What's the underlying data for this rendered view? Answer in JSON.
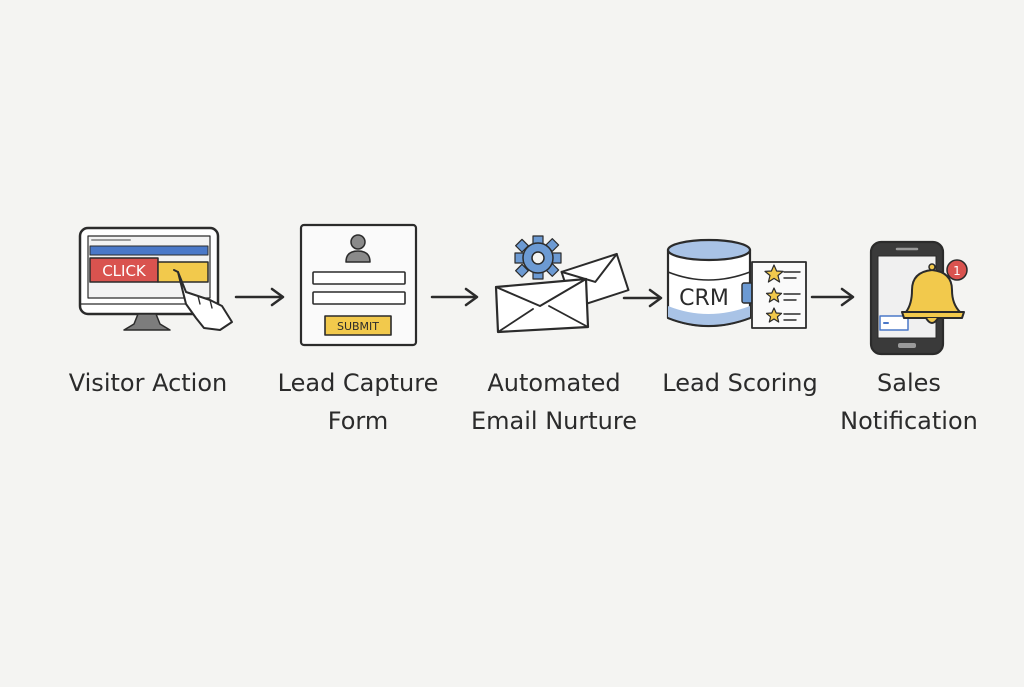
{
  "steps": [
    {
      "id": "visitor-action",
      "label_lines": [
        "Visitor Action"
      ],
      "icon": "monitor-click-icon",
      "button_text": "CLICK"
    },
    {
      "id": "lead-capture-form",
      "label_lines": [
        "Lead Capture",
        "Form"
      ],
      "icon": "form-icon",
      "button_text": "SUBMIT"
    },
    {
      "id": "automated-email-nurture",
      "label_lines": [
        "Automated",
        "Email Nurture"
      ],
      "icon": "email-gear-icon"
    },
    {
      "id": "lead-scoring",
      "label_lines": [
        "Lead Scoring"
      ],
      "icon": "crm-database-icon",
      "badge_text": "CRM"
    },
    {
      "id": "sales-notification",
      "label_lines": [
        "Sales",
        "Notification"
      ],
      "icon": "phone-bell-icon",
      "badge_count": "1"
    }
  ],
  "colors": {
    "ink": "#2b2b2b",
    "red": "#d9534f",
    "blue": "#4a78c8",
    "yellow": "#f2c94c",
    "gear": "#6c9ad3",
    "background": "#f4f4f2"
  }
}
